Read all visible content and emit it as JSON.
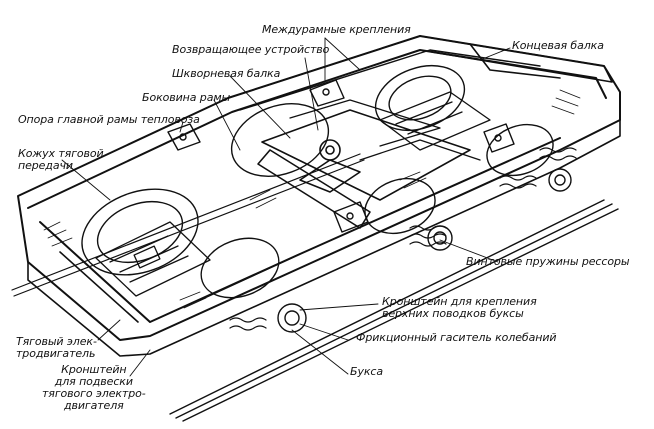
{
  "figure": {
    "ink": "#111111",
    "paper": "#ffffff"
  },
  "labels": {
    "mezhduramnye": "Междурамные крепления",
    "vozvrashchayushchee": "Возвращающее устройство",
    "kontsevaya": "Концевая балка",
    "shkvornevaya": "Шкворневая балка",
    "bokovina": "Боковина рамы",
    "opora": "Опора главной рамы тепловоза",
    "kozhukh": "Кожух тяговой\nпередачи",
    "vintovye": "Винтовые пружины рессоры",
    "kronshtein_bukhsy": "Кронштейн для крепления\nверхних поводков буксы",
    "friktsionny": "Фрикционный гаситель колебаний",
    "bukhsa": "Букса",
    "tyagovy": "Тяговый элек-\nтродвигатель",
    "kronshtein_podveski": "Кронштейн\nдля подвески\nтягового электро-\nдвигателя"
  }
}
